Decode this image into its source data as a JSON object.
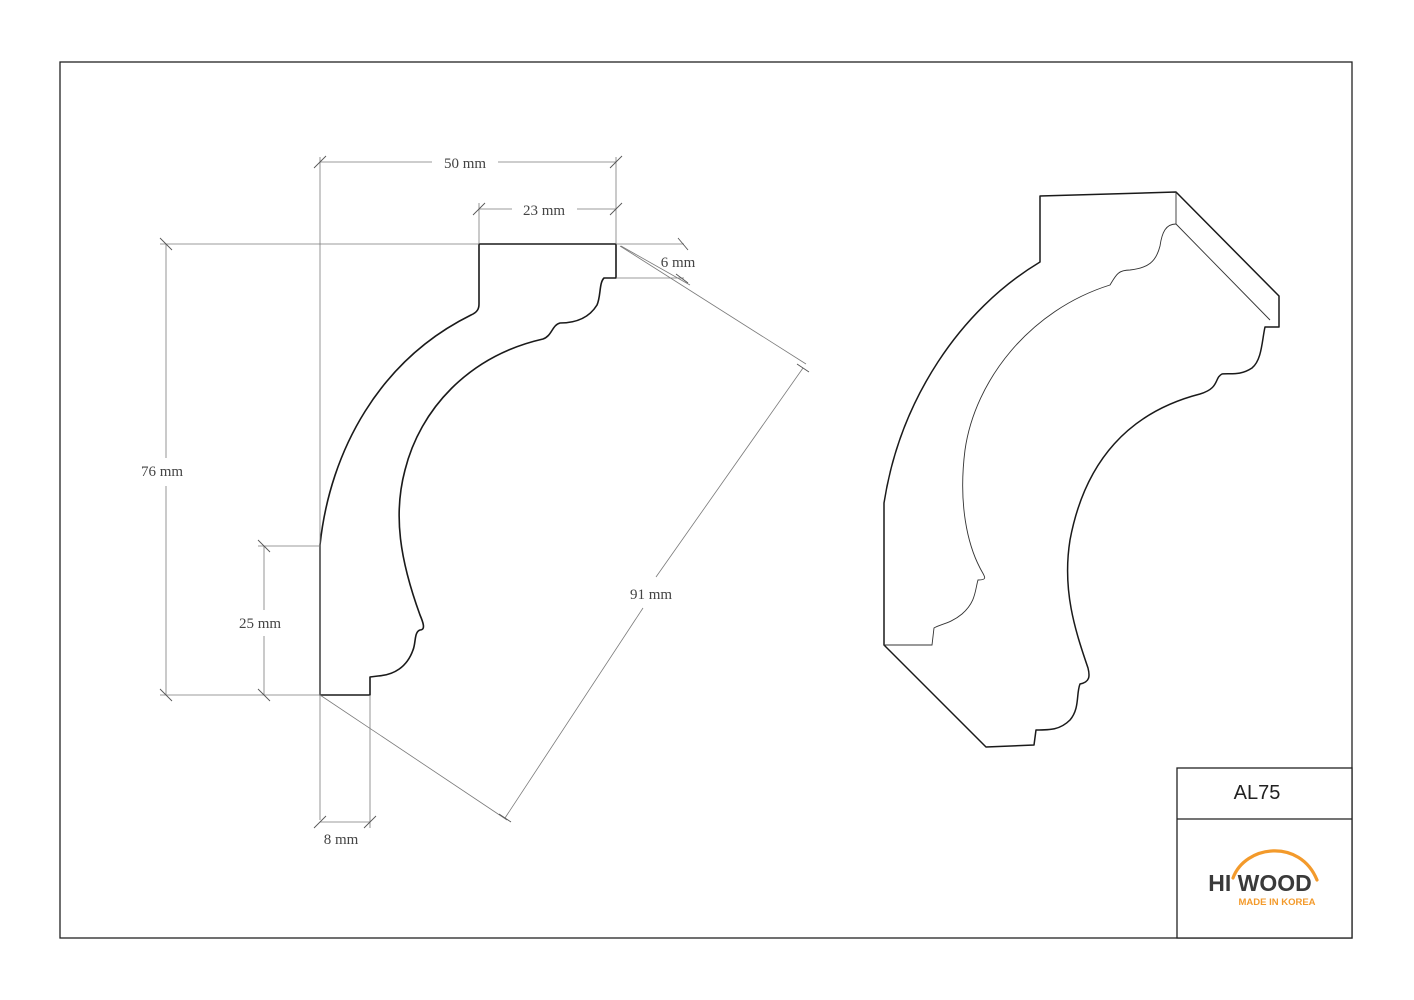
{
  "dimensions": {
    "top_width": "50 mm",
    "top_flat": "23 mm",
    "top_step": "6 mm",
    "height": "76 mm",
    "lower_height": "25 mm",
    "bottom_step": "8 mm",
    "diagonal": "91 mm"
  },
  "title_block": {
    "model": "AL75",
    "logo_main": "HI WOOD",
    "logo_sub": "MADE IN KOREA",
    "logo_arc_color": "#F39A2B",
    "logo_text_color": "#3a3a3a",
    "logo_sub_color": "#F39A2B"
  }
}
